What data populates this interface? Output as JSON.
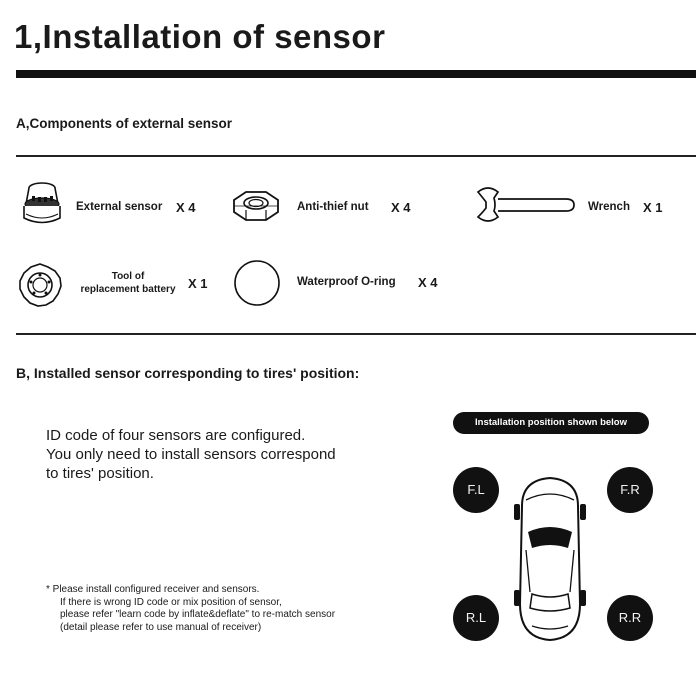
{
  "title": "1,Installation of sensor",
  "section_a": {
    "heading": "A,Components of external sensor",
    "items": [
      {
        "label": "External sensor",
        "qty": "X 4",
        "icon": "external-sensor-icon"
      },
      {
        "label": "Anti-thief nut",
        "qty": "X 4",
        "icon": "hex-nut-icon"
      },
      {
        "label": "Wrench",
        "qty": "X 1",
        "icon": "wrench-icon"
      },
      {
        "label_line1": "Tool of",
        "label_line2": "replacement battery",
        "qty": "X 1",
        "icon": "battery-tool-icon"
      },
      {
        "label": "Waterproof O-ring",
        "qty": "X 4",
        "icon": "o-ring-icon"
      }
    ]
  },
  "section_b": {
    "heading": "B, Installed sensor corresponding to tires' position:",
    "body_lines": [
      "ID code of four sensors are configured.",
      "You only need to install sensors correspond",
      "to tires' position."
    ],
    "note_lines": [
      "*  Please install configured receiver and sensors.",
      "If there is wrong ID code or mix position of sensor,",
      "please refer  \"learn code by inflate&deflate\"  to re-match sensor",
      "(detail please refer to use manual of receiver)"
    ],
    "badge": "Installation position shown below",
    "tires": {
      "fl": "F.L",
      "fr": "F.R",
      "rl": "R.L",
      "rr": "R.R"
    }
  }
}
